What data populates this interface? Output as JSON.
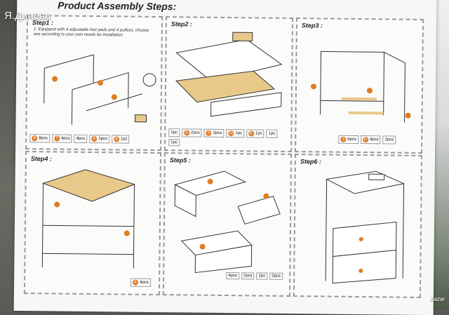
{
  "watermark": "Я.Динева",
  "brand": "Bazar",
  "title": "Product Assembly Steps:",
  "steps": [
    {
      "label": "Step1 :",
      "note": "1. Equipped with 4 adjustable foot pads and 4 pulleys, choose one according to your own needs for installation.",
      "parts": [
        {
          "badge": "8",
          "text": "8pcs"
        },
        {
          "badge": "7",
          "text": "4pcs"
        },
        {
          "badge": "",
          "text": "4pcs"
        },
        {
          "badge": "A",
          "text": "2pcs"
        },
        {
          "badge": "B",
          "text": "1pc"
        }
      ]
    },
    {
      "label": "Step2 :",
      "note": "",
      "parts": [
        {
          "badge": "",
          "text": "1pc"
        },
        {
          "badge": "5",
          "text": "2pcs"
        },
        {
          "badge": "6",
          "text": "2pcs"
        },
        {
          "badge": "11",
          "text": "1pc"
        },
        {
          "badge": "E",
          "text": "1pc"
        },
        {
          "badge": "",
          "text": "1pc"
        },
        {
          "badge": "",
          "text": "1pc"
        }
      ]
    },
    {
      "label": "Step3 :",
      "note": "",
      "parts": [
        {
          "badge": "3",
          "text": "6pcs"
        },
        {
          "badge": "D",
          "text": "4pcs"
        },
        {
          "badge": "",
          "text": "2pcs"
        }
      ]
    },
    {
      "label": "Step4 :",
      "note": "",
      "parts": [
        {
          "badge": "4",
          "text": "4pcs"
        }
      ]
    },
    {
      "label": "Step5 :",
      "note": "",
      "parts": [
        {
          "badge": "",
          "text": "4pcs"
        },
        {
          "badge": "",
          "text": "2pcs"
        },
        {
          "badge": "",
          "text": "1pc"
        },
        {
          "badge": "",
          "text": "2pcs"
        }
      ]
    },
    {
      "label": "Step6 :",
      "note": "",
      "parts": []
    }
  ],
  "colors": {
    "accent": "#e07b22",
    "panel_border": "#9a9a9a",
    "wood": "#e8c98a"
  }
}
